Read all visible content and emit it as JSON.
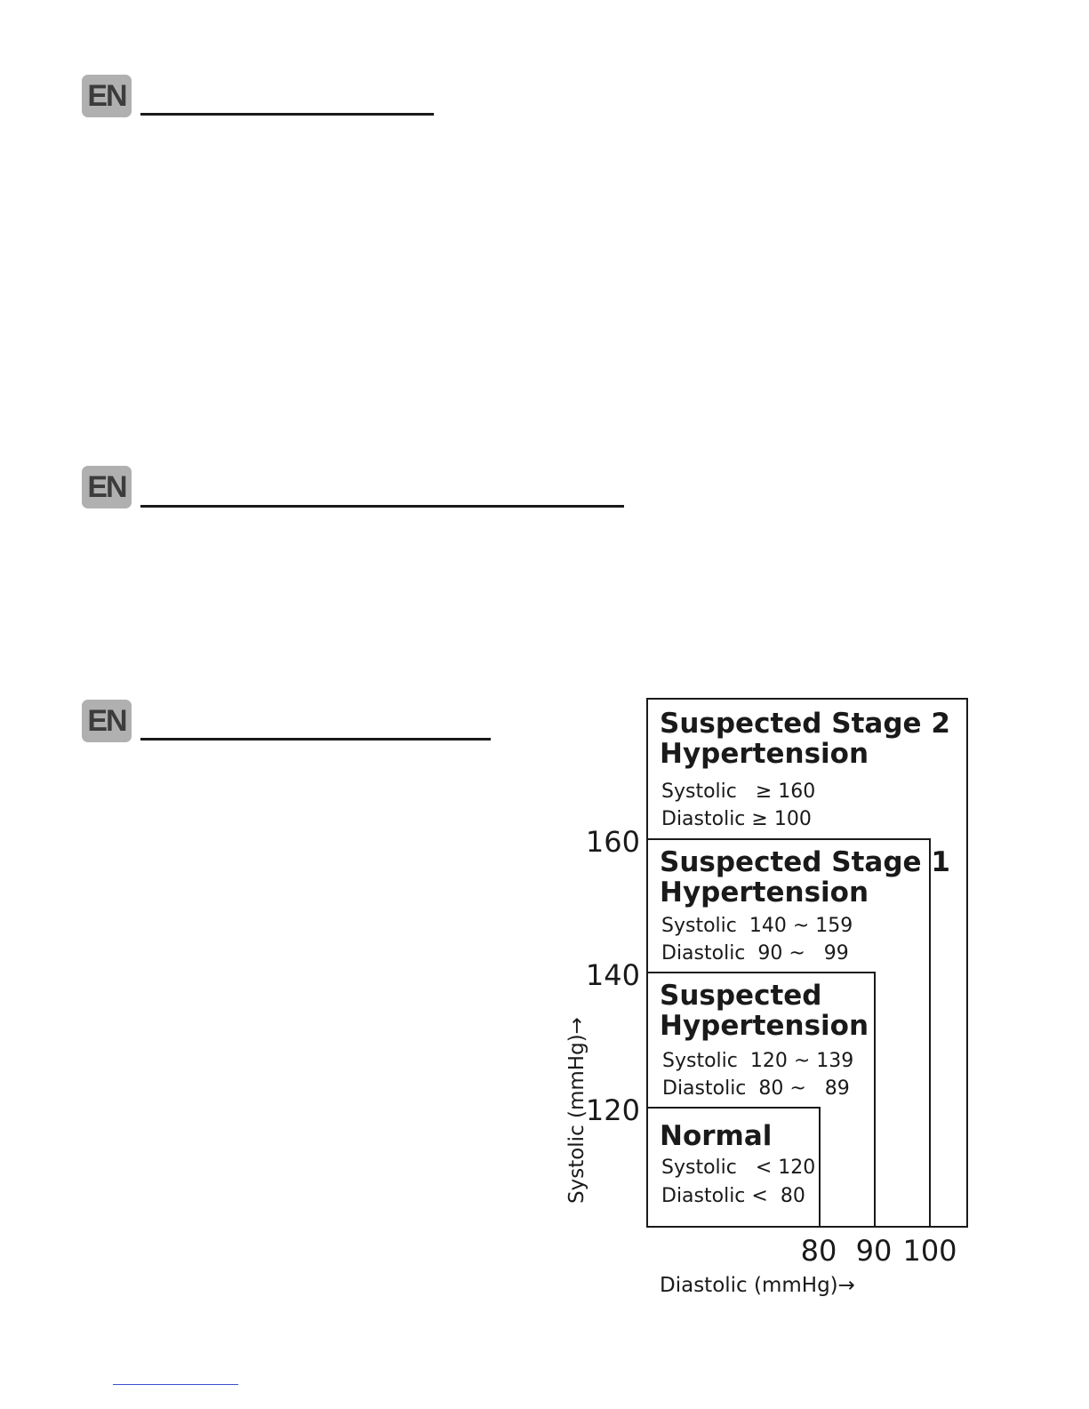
{
  "sections": [
    {
      "badge": "EN"
    },
    {
      "badge": "EN"
    },
    {
      "badge": "EN"
    }
  ],
  "chart_data": {
    "type": "table",
    "ylabel": "Systolic (mmHg)→",
    "xlabel": "Diastolic (mmHg)→",
    "y_ticks": [
      "160",
      "140",
      "120"
    ],
    "x_ticks": [
      "80",
      "90",
      "100"
    ],
    "zones": [
      {
        "title": [
          "Suspected Stage 2",
          "Hypertension"
        ],
        "systolic": "Systolic   ≥ 160",
        "diastolic": "Diastolic ≥ 100",
        "systolic_min": 160,
        "diastolic_min": 100
      },
      {
        "title": [
          "Suspected Stage 1",
          "Hypertension"
        ],
        "systolic": "Systolic  140 ~ 159",
        "diastolic": "Diastolic  90 ~   99",
        "systolic_range": [
          140,
          159
        ],
        "diastolic_range": [
          90,
          99
        ]
      },
      {
        "title": [
          "Suspected",
          "Hypertension"
        ],
        "systolic": "Systolic  120 ~ 139",
        "diastolic": "Diastolic  80 ~   89",
        "systolic_range": [
          120,
          139
        ],
        "diastolic_range": [
          80,
          89
        ]
      },
      {
        "title": [
          "Normal"
        ],
        "systolic": "Systolic   < 120",
        "diastolic": "Diastolic <  80",
        "systolic_max": 120,
        "diastolic_max": 80
      }
    ]
  }
}
